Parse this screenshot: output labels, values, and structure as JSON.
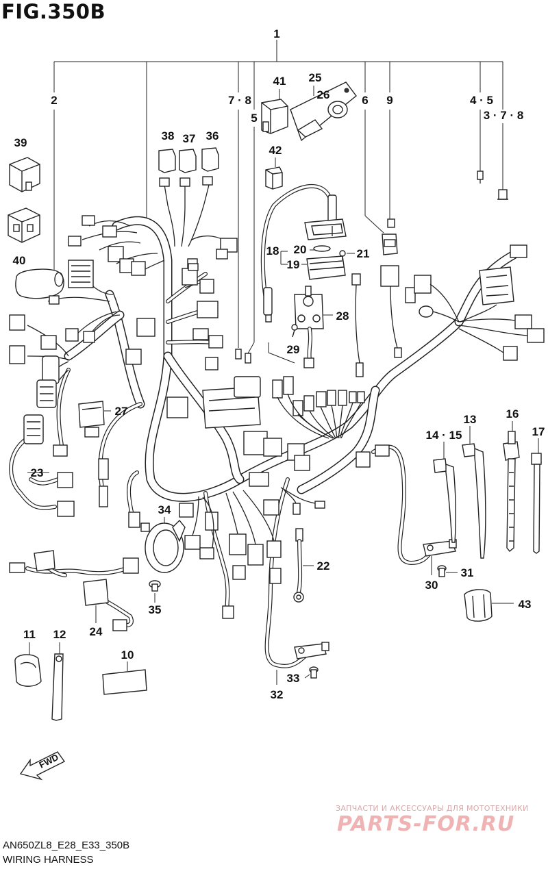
{
  "figure": {
    "title": "FIG.350B",
    "model_code": "AN650ZL8_E28_E33_350B",
    "caption": "WIRING HARNESS",
    "fwd_label": "FWD"
  },
  "callouts": [
    {
      "id": "c1",
      "label": "1"
    },
    {
      "id": "c2",
      "label": "2"
    },
    {
      "id": "c78a",
      "label": "7 · 8"
    },
    {
      "id": "c5",
      "label": "5"
    },
    {
      "id": "c41",
      "label": "41"
    },
    {
      "id": "c25",
      "label": "25"
    },
    {
      "id": "c26",
      "label": "26"
    },
    {
      "id": "c6",
      "label": "6"
    },
    {
      "id": "c9",
      "label": "9"
    },
    {
      "id": "c45",
      "label": "4 · 5"
    },
    {
      "id": "c378",
      "label": "3 · 7 · 8"
    },
    {
      "id": "c39",
      "label": "39"
    },
    {
      "id": "c38",
      "label": "38"
    },
    {
      "id": "c37",
      "label": "37"
    },
    {
      "id": "c36",
      "label": "36"
    },
    {
      "id": "c42",
      "label": "42"
    },
    {
      "id": "c40",
      "label": "40"
    },
    {
      "id": "c18",
      "label": "18"
    },
    {
      "id": "c20",
      "label": "20"
    },
    {
      "id": "c21",
      "label": "21"
    },
    {
      "id": "c19",
      "label": "19"
    },
    {
      "id": "c28",
      "label": "28"
    },
    {
      "id": "c29",
      "label": "29"
    },
    {
      "id": "c27",
      "label": "27"
    },
    {
      "id": "c23",
      "label": "23"
    },
    {
      "id": "c13",
      "label": "13"
    },
    {
      "id": "c1415",
      "label": "14 · 15"
    },
    {
      "id": "c16",
      "label": "16"
    },
    {
      "id": "c17",
      "label": "17"
    },
    {
      "id": "c34",
      "label": "34"
    },
    {
      "id": "c22",
      "label": "22"
    },
    {
      "id": "c31",
      "label": "31"
    },
    {
      "id": "c30",
      "label": "30"
    },
    {
      "id": "c35",
      "label": "35"
    },
    {
      "id": "c24",
      "label": "24"
    },
    {
      "id": "c43",
      "label": "43"
    },
    {
      "id": "c11",
      "label": "11"
    },
    {
      "id": "c12",
      "label": "12"
    },
    {
      "id": "c10",
      "label": "10"
    },
    {
      "id": "c33",
      "label": "33"
    },
    {
      "id": "c32",
      "label": "32"
    }
  ],
  "watermark": {
    "tagline": "ЗАПЧАСТИ И АКСЕССУАРЫ ДЛЯ МОТОТЕХНИКИ",
    "brand": "PARTS-FOR.RU"
  },
  "colors": {
    "line": "#222222",
    "background": "#ffffff",
    "watermark": "#f0b3b3"
  }
}
